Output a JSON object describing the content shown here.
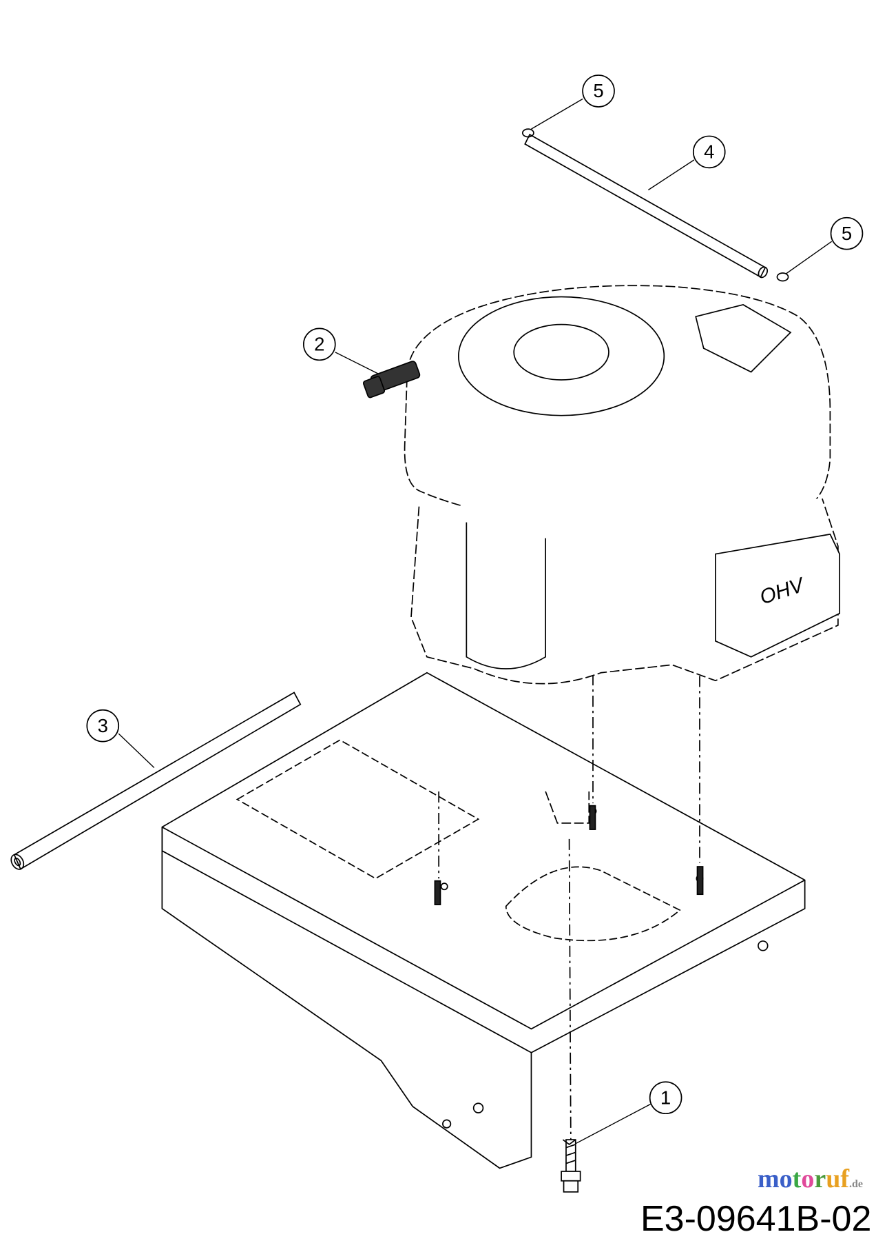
{
  "diagram": {
    "drawing_code": "E3-09641B-02",
    "watermark": "motoruf.de",
    "callouts": [
      {
        "id": "callout-5-top",
        "label": "5"
      },
      {
        "id": "callout-4",
        "label": "4"
      },
      {
        "id": "callout-5-right",
        "label": "5"
      },
      {
        "id": "callout-2",
        "label": "2"
      },
      {
        "id": "callout-3",
        "label": "3"
      },
      {
        "id": "callout-1",
        "label": "1"
      }
    ],
    "engine_badge": "OHV"
  }
}
